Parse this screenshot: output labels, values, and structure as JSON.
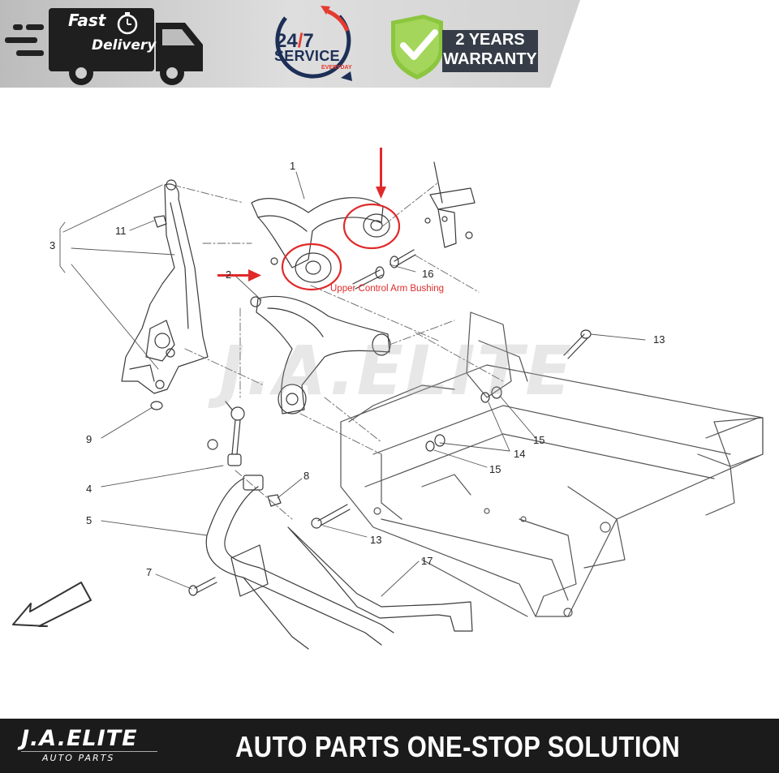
{
  "banner": {
    "fast": "Fast",
    "delivery": "Delivery",
    "service_247_prefix": "24",
    "service_247_slash": "/",
    "service_247_suffix": "7",
    "service": "SERVICE",
    "everyday": "EVERYDAY",
    "warranty_line1": "2 YEARS",
    "warranty_line2": "WARRANTY",
    "colors": {
      "banner_gray": "#c9c9c9",
      "navy": "#1d2f57",
      "red": "#e53a2f",
      "green": "#8cc63f",
      "dark": "#363d48"
    }
  },
  "diagram": {
    "callouts": [
      "1",
      "2",
      "3",
      "4",
      "5",
      "7",
      "8",
      "9",
      "11",
      "13",
      "13",
      "14",
      "15",
      "15",
      "16",
      "17"
    ],
    "bushing_label": "Upper Control Arm Bushing",
    "watermark": "J.A.ELITE",
    "highlight_color": "#e02a2a"
  },
  "footer": {
    "logo": "J.A.ELITE",
    "logo_sub": "AUTO PARTS",
    "tagline": "AUTO PARTS ONE-STOP SOLUTION"
  }
}
